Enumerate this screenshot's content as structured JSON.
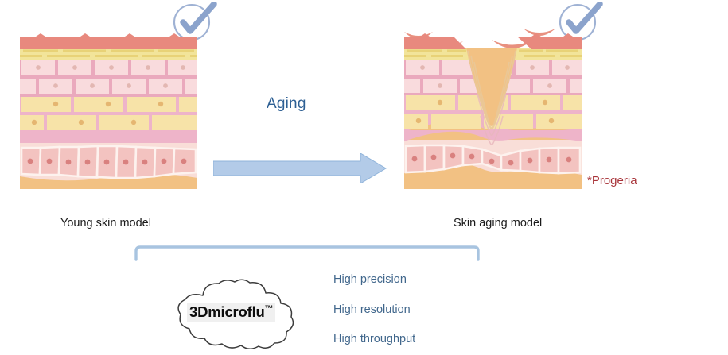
{
  "figure": {
    "left_model": {
      "caption": "Young skin model",
      "check_icon": "check-circle-icon"
    },
    "right_model": {
      "caption": "Skin aging model",
      "check_icon": "check-circle-icon",
      "footnote": "*Progeria"
    },
    "transition": {
      "label": "Aging",
      "arrow_icon": "right-arrow-icon",
      "arrow_color": "#b3cbe8"
    },
    "bracket": {
      "icon": "bracket-connector",
      "color": "#a8c4e0"
    },
    "platform": {
      "name": "3Dmicroflu",
      "trademark": "™",
      "cloud_icon": "cloud-shape"
    },
    "features": [
      {
        "label": "High precision"
      },
      {
        "label": "High resolution"
      },
      {
        "label": "High throughput"
      }
    ],
    "colors": {
      "accent_blue": "#2e6094",
      "feature_blue": "#41678c",
      "progeria_red": "#a8343a",
      "check_blue": "#8ba3cc",
      "stratum_coral": "#e8897e",
      "stripe_yellow": "#f2e49a",
      "brick_pink": "#f7d4d6",
      "mortar_pink": "#eaa9bd",
      "brick_yellow": "#f7e3a8",
      "basal_pink": "#f6cfc9",
      "dermis_tan": "#f2c183"
    }
  }
}
